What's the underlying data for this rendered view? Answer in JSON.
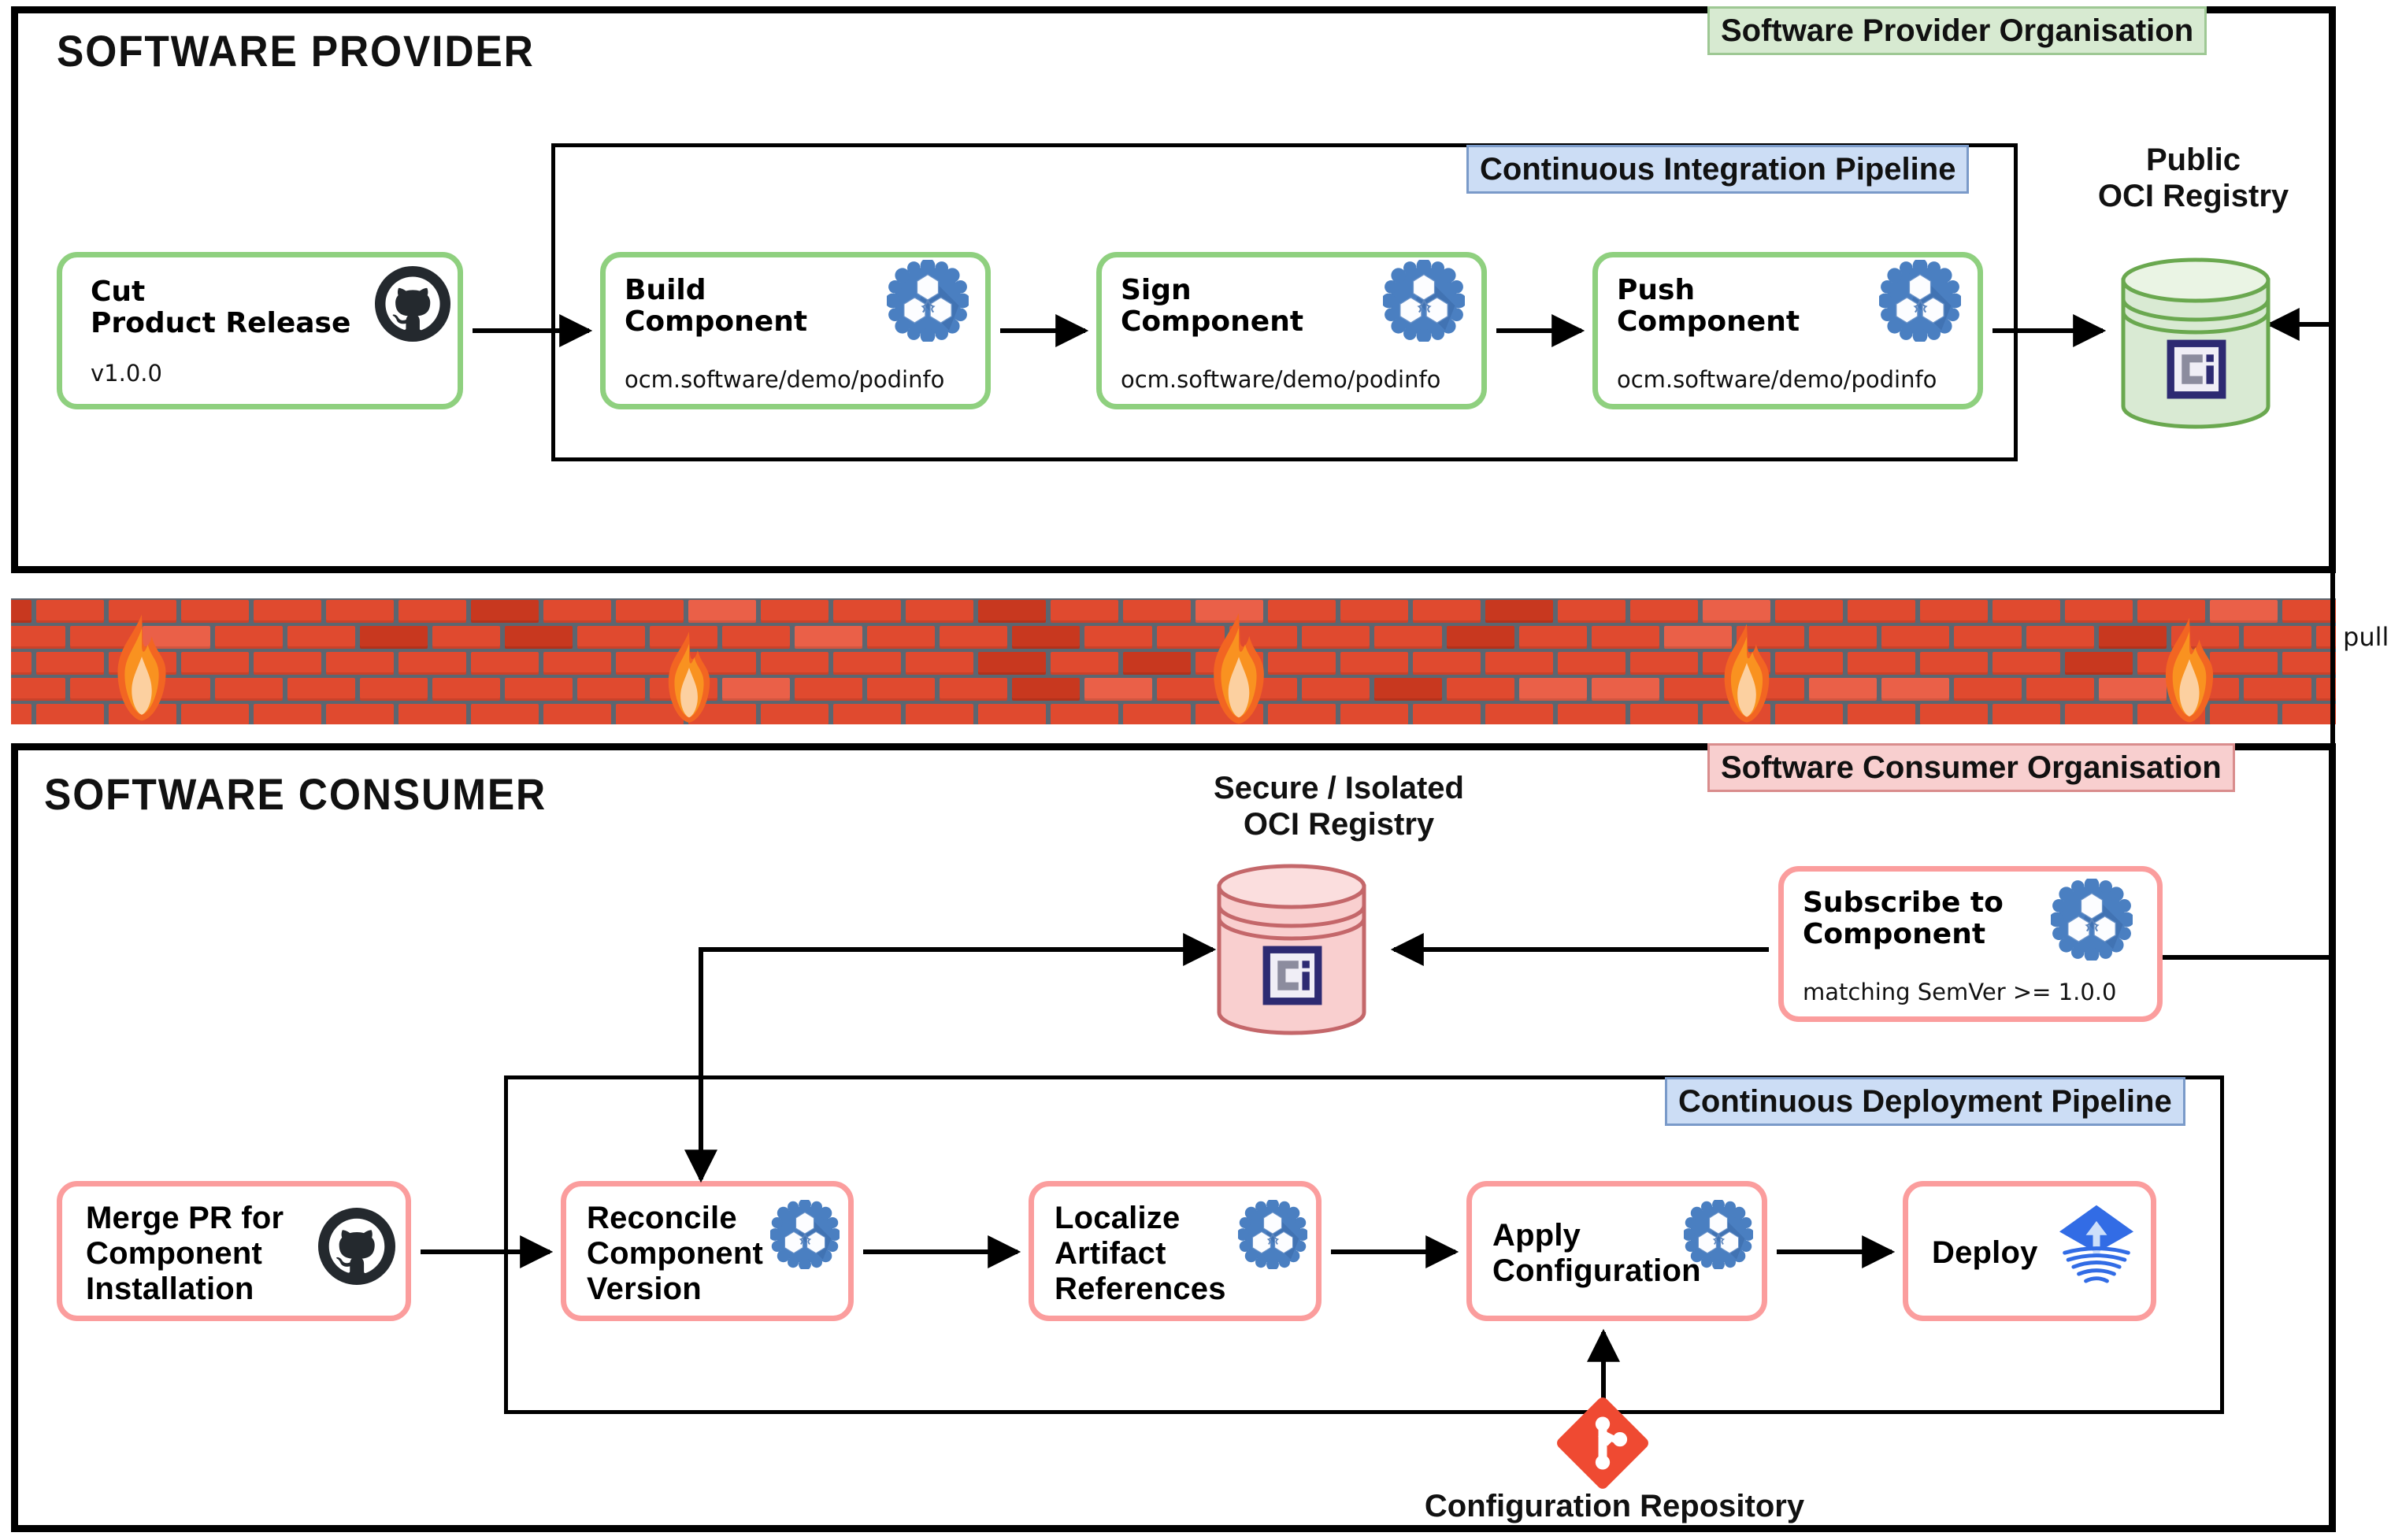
{
  "diagram": {
    "title": "OCM Software Provider to Consumer Delivery Flow",
    "colors": {
      "provider_accent": "#8fd07f",
      "consumer_accent": "#fb9d9d",
      "pipeline_badge": "#ccddf5",
      "provider_badge": "#d7ead1",
      "consumer_badge": "#f8cfcf",
      "firewall_brick": "#e04a2f",
      "ocm_blue": "#4a7fc1",
      "git_red": "#ef4a32",
      "flux_blue": "#326ce5",
      "oci_navy": "#2d2a72"
    }
  },
  "provider": {
    "section_title": "SOFTWARE  PROVIDER",
    "org_badge": "Software Provider Organisation",
    "pipeline_badge": "Continuous Integration Pipeline",
    "release_node": {
      "title": "Cut\nProduct Release",
      "subtitle": "v1.0.0",
      "icon": "github-icon"
    },
    "pipeline_nodes": [
      {
        "title": "Build\nComponent",
        "subtitle": "ocm.software/demo/podinfo",
        "icon": "ocm-icon"
      },
      {
        "title": "Sign\nComponent",
        "subtitle": "ocm.software/demo/podinfo",
        "icon": "ocm-icon"
      },
      {
        "title": "Push\nComponent",
        "subtitle": "ocm.software/demo/podinfo",
        "icon": "ocm-icon"
      }
    ],
    "registry": {
      "caption": "Public\nOCI Registry",
      "icon": "oci-registry-icon"
    }
  },
  "firewall": {
    "name": "firewall-brick-wall",
    "flame_count": 5
  },
  "consumer": {
    "section_title": "SOFTWARE  CONSUMER",
    "org_badge": "Software Consumer Organisation",
    "pipeline_badge": "Continuous Deployment Pipeline",
    "registry": {
      "caption": "Secure / Isolated\nOCI Registry",
      "icon": "oci-registry-icon"
    },
    "subscribe_node": {
      "title": "Subscribe to\nComponent",
      "subtitle": "matching SemVer >= 1.0.0",
      "icon": "ocm-icon"
    },
    "merge_node": {
      "title": "Merge PR for\nComponent\nInstallation",
      "icon": "github-icon"
    },
    "pipeline_nodes": [
      {
        "title": "Reconcile\nComponent\nVersion",
        "icon": "ocm-icon"
      },
      {
        "title": "Localize\nArtifact\nReferences",
        "icon": "ocm-icon"
      },
      {
        "title": "Apply\nConfiguration",
        "icon": "ocm-icon"
      },
      {
        "title": "Deploy",
        "icon": "flux-icon"
      }
    ],
    "config_repo": {
      "label": "Configuration Repository",
      "icon": "git-icon"
    }
  },
  "edges": {
    "pull_label": "pull"
  }
}
